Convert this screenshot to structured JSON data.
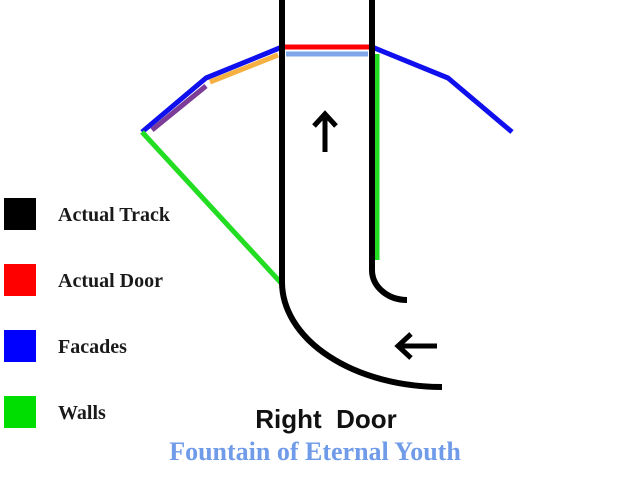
{
  "title": "Right  Door",
  "subtitle": "Fountain of Eternal Youth",
  "legend": [
    {
      "label": "Actual Track",
      "color": "#000000"
    },
    {
      "label": "Actual Door",
      "color": "#ff0000"
    },
    {
      "label": "Facades",
      "color": "#0000ff"
    },
    {
      "label": "Walls",
      "color": "#00dd00"
    }
  ],
  "colors": {
    "track": "#000000",
    "door": "#ff0000",
    "facade": "#1010ee",
    "wall": "#22dd22",
    "accent_orange": "#f5b041",
    "accent_purple": "#7d3c98",
    "door_inner": "#7fa6e8",
    "subtitle": "#6f9be8"
  },
  "icons": [
    "arrow-up-icon",
    "arrow-left-icon"
  ]
}
